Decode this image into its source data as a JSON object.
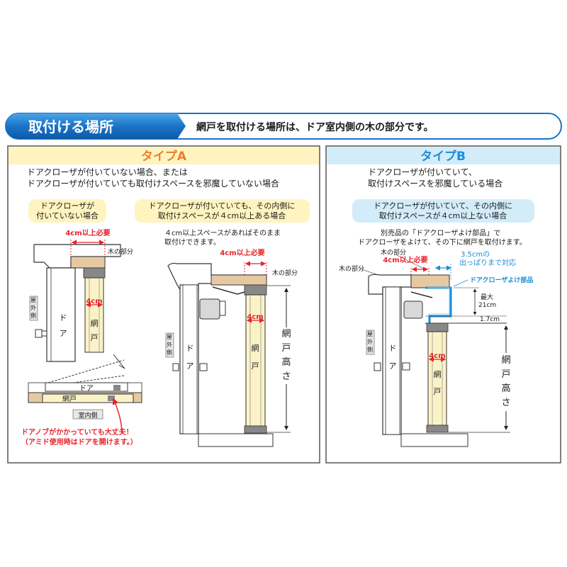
{
  "header": {
    "title": "取付ける場所",
    "desc": "網戸を取付ける場所は、ドア室内側の木の部分です。"
  },
  "typeA": {
    "title": "タイプA",
    "desc1": "ドアクローザが付いていない場合、または",
    "desc2": "ドアクローザが付いていても取付けスペースを邪魔していない場合",
    "pill1_l1": "ドアクローザが",
    "pill1_l2": "付いていない場合",
    "pill2_l1": "ドアクローザが付いていても、その内側に",
    "pill2_l2": "取付けスペースが４cm以上ある場合",
    "note1": "４cm以上スペースがあればそのまま",
    "note2": "取付けできます。",
    "need4cm": "4cm以上必要",
    "wood": "木の部分",
    "outdoor": "屋外側",
    "door": "ドア",
    "screen": "網戸",
    "screen_height": "網戸高さ",
    "four_cm": "4cm",
    "indoor": "室内側",
    "knob1": "ドアノブがかかっていても大丈夫！",
    "knob2": "（アミド使用時はドアを開けます。）"
  },
  "typeB": {
    "title": "タイプB",
    "desc1": "ドアクローザが付いていて、",
    "desc2": "取付けスペースを邪魔している場合",
    "pill_l1": "ドアクローザが付いていて、その内側に",
    "pill_l2": "取付けスペースが４cm以上ない場合",
    "note1": "別売品の「ドアクローザよけ部品」で",
    "note2": "ドアクローザをよけて、その下に網戸を取付けます。",
    "wood": "木の部分",
    "need4cm": "4cm以上必要",
    "protrude1": "3.5cmの",
    "protrude2": "出っぱりまで対応",
    "part": "ドアクローザよけ部品",
    "max1": "最大",
    "max2": "21cm",
    "gap": "1.7cm",
    "outdoor": "屋外側",
    "door": "ドア",
    "screen": "網戸",
    "screen_height": "網戸高さ",
    "four_cm": "4cm"
  },
  "colors": {
    "header_blue": "#1a74c8",
    "typeA_bg": "#fff4c0",
    "typeA_title": "#e8802a",
    "typeB_bg": "#d3ecf9",
    "typeB_title": "#1a8ed8",
    "wood": "#e6c9a3",
    "screen": "#fbf3c8",
    "red": "#e8232a"
  }
}
